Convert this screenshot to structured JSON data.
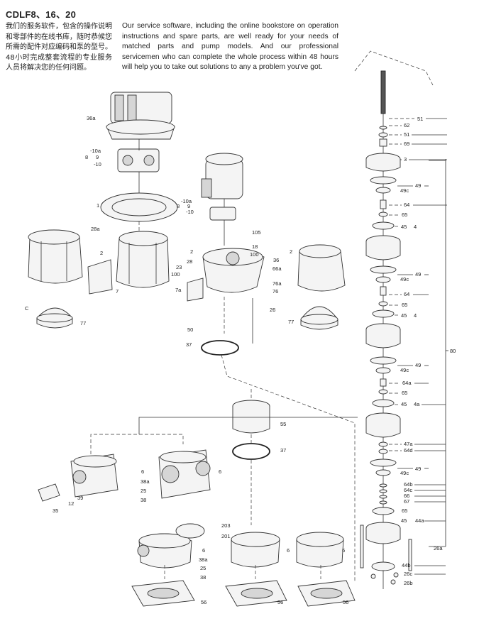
{
  "title": "CDLF8、16、20",
  "text_cn": "我们的服务软件，包含的操作说明和零部件的在线书库，随时恭候您所需的配件对应编码和泵的型号。48小时完成整套流程的专业服务人员将解决您的任何问题。",
  "text_en": "Our service software, including the online bookstore on operation instructions and spare parts, are well ready for your needs of matched parts and pump models. And our professional servicemen who can complete the whole process within 48 hours will help you to take out solutions to any a problem you've got.",
  "part_labels": {
    "p36a": "36a",
    "p10a_l": "-10a",
    "p8_l": "8",
    "p9_l": "9",
    "p10_l": "-10",
    "p1": "1",
    "p28a": "28a",
    "p2_left": "2",
    "p7": "7",
    "p77_left": "77",
    "pC": "C",
    "p10a_m": "-10a",
    "p8_m": "8",
    "p9_m": "9",
    "p10_m": "-10",
    "p105": "105",
    "p18": "18",
    "p100_m": "100",
    "p2_mid": "2",
    "p28": "28",
    "p23": "23",
    "p100_b": "100",
    "p36": "36",
    "p66a": "66a",
    "p76a": "76a",
    "p76": "76",
    "p7a": "7a",
    "p26": "26",
    "p50": "50",
    "p37_mid": "37",
    "p2_right": "2",
    "p77_right": "77",
    "p55": "55",
    "p37_low": "37",
    "p6_a": "6",
    "p38a_a": "38a",
    "p25_a": "25",
    "p38_a": "38",
    "p39": "39",
    "p12": "12",
    "p35": "35",
    "p6_b": "6",
    "p203": "203",
    "p201": "201",
    "p6_c": "6",
    "p38a_c": "38a",
    "p25_c": "25",
    "p38_c": "38",
    "p6_d": "6",
    "p6_e": "6",
    "p56_a": "56",
    "p56_b": "56",
    "p56_c": "56",
    "r51_top": "51",
    "r62": "62",
    "r51": "51",
    "r69": "69",
    "r3": "3",
    "r49_1": "49",
    "r49c_1": "49c",
    "r64_1": "64",
    "r65_1": "65",
    "r45_1": "45",
    "r4_1": "4",
    "r49_2": "49",
    "r49c_2": "49c",
    "r64_2": "64",
    "r65_2": "65",
    "r45_2": "45",
    "r4_2": "4",
    "r80": "80",
    "r49_3": "49",
    "r49c_3": "49c",
    "r64a": "64a",
    "r65_3": "65",
    "r45_3": "45",
    "r4a": "4a",
    "r47a": "47a",
    "r64d": "64d",
    "r49_4": "49",
    "r49c_4": "49c",
    "r64b": "64b",
    "r64c": "64c",
    "r66": "66",
    "r67": "67",
    "r65_4": "65",
    "r45_4": "45",
    "r44a": "44a",
    "r26a": "26a",
    "r44b": "44b",
    "r26c": "26c",
    "r26b": "26b"
  }
}
